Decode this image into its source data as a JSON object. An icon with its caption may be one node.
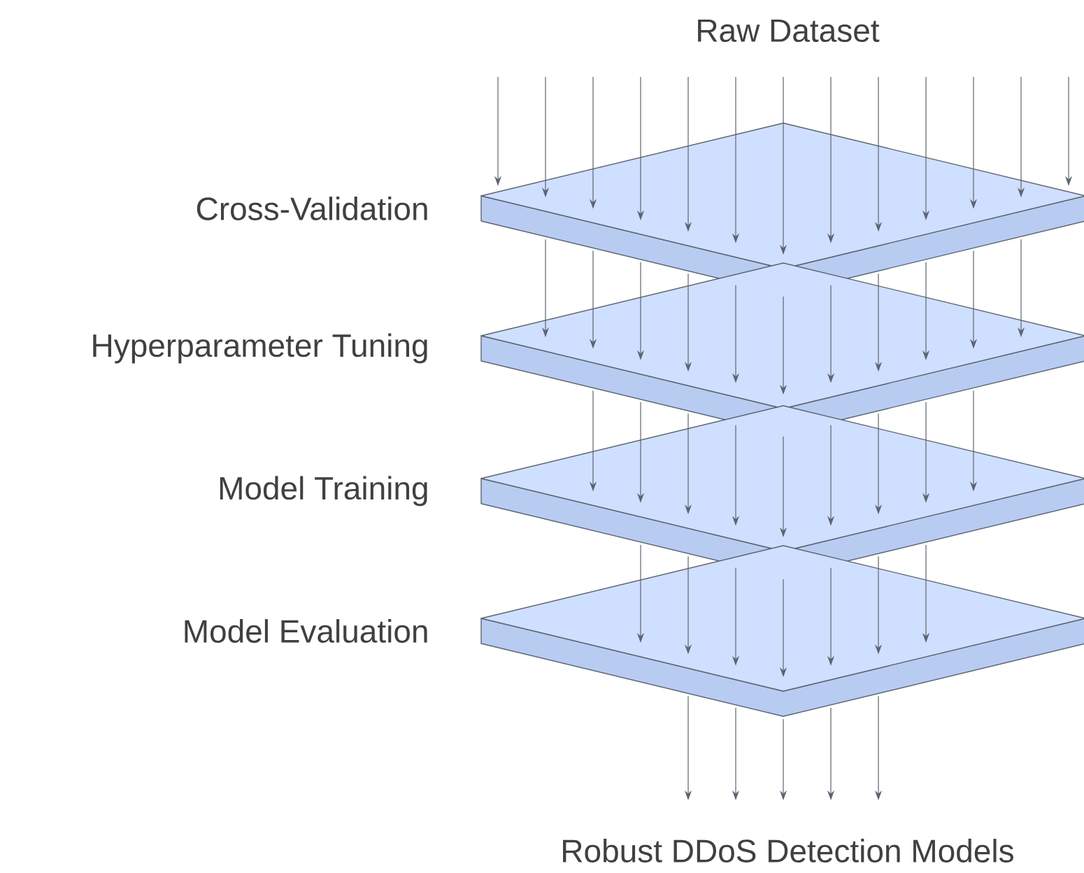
{
  "diagram": {
    "nodes": [
      {
        "text": [
          "Raw Dataset"
        ]
      },
      {
        "text": [
          "Cross-Validation"
        ]
      },
      {
        "text": [
          "Hyperparameter Tuning"
        ]
      },
      {
        "text": [
          "Model Training"
        ]
      },
      {
        "text": [
          "Model Evaluation"
        ]
      },
      {
        "text": [
          "Robust DDoS Detection Models"
        ]
      }
    ],
    "edges": [
      {
        "from": null,
        "to": 1,
        "arrow": "to"
      },
      {
        "from": null,
        "to": 1,
        "arrow": "to"
      },
      {
        "from": null,
        "to": 1,
        "arrow": "to"
      },
      {
        "from": 0,
        "to": 1,
        "arrow": "to"
      },
      {
        "from": 0,
        "to": 1,
        "arrow": "to"
      },
      {
        "from": 0,
        "to": 1,
        "arrow": "to"
      },
      {
        "from": 0,
        "to": 1,
        "arrow": "to"
      },
      {
        "from": 0,
        "to": 1,
        "arrow": "to"
      },
      {
        "from": 0,
        "to": 1,
        "arrow": "to"
      },
      {
        "from": 0,
        "to": 1,
        "arrow": "to"
      },
      {
        "from": null,
        "to": 1,
        "arrow": "to"
      },
      {
        "from": null,
        "to": 1,
        "arrow": "to"
      },
      {
        "from": null,
        "to": 1,
        "arrow": "to"
      },
      {
        "from": 1,
        "to": 2,
        "arrow": "to"
      },
      {
        "from": 1,
        "to": 2,
        "arrow": "to"
      },
      {
        "from": 1,
        "to": 2,
        "arrow": "to"
      },
      {
        "from": 1,
        "to": 2,
        "arrow": "to"
      },
      {
        "from": 1,
        "to": 2,
        "arrow": "to"
      },
      {
        "from": 1,
        "to": 2,
        "arrow": "to"
      },
      {
        "from": 1,
        "to": 2,
        "arrow": "to"
      },
      {
        "from": 1,
        "to": 2,
        "arrow": "to"
      },
      {
        "from": 1,
        "to": 2,
        "arrow": "to"
      },
      {
        "from": 1,
        "to": 2,
        "arrow": "to"
      },
      {
        "from": 1,
        "to": 2,
        "arrow": "to"
      },
      {
        "from": 2,
        "to": 3,
        "arrow": "to"
      },
      {
        "from": 2,
        "to": 3,
        "arrow": "to"
      },
      {
        "from": 2,
        "to": 3,
        "arrow": "to"
      },
      {
        "from": 2,
        "to": 3,
        "arrow": "to"
      },
      {
        "from": 2,
        "to": 3,
        "arrow": "to"
      },
      {
        "from": 2,
        "to": 3,
        "arrow": "to"
      },
      {
        "from": 2,
        "to": 3,
        "arrow": "to"
      },
      {
        "from": 2,
        "to": 3,
        "arrow": "to"
      },
      {
        "from": 2,
        "to": 3,
        "arrow": "to"
      },
      {
        "from": 3,
        "to": 4,
        "arrow": "to"
      },
      {
        "from": 3,
        "to": 4,
        "arrow": "to"
      },
      {
        "from": 3,
        "to": 4,
        "arrow": "to"
      },
      {
        "from": 3,
        "to": 4,
        "arrow": "to"
      },
      {
        "from": 3,
        "to": 4,
        "arrow": "to"
      },
      {
        "from": 3,
        "to": 4,
        "arrow": "to"
      },
      {
        "from": 3,
        "to": 4,
        "arrow": "to"
      },
      {
        "from": 4,
        "to": 5,
        "arrow": "to"
      },
      {
        "from": 4,
        "to": 5,
        "arrow": "to"
      },
      {
        "from": 4,
        "to": 5,
        "arrow": "to"
      },
      {
        "from": 4,
        "to": 5,
        "arrow": "to"
      },
      {
        "from": 4,
        "to": 5,
        "arrow": "to"
      }
    ]
  }
}
